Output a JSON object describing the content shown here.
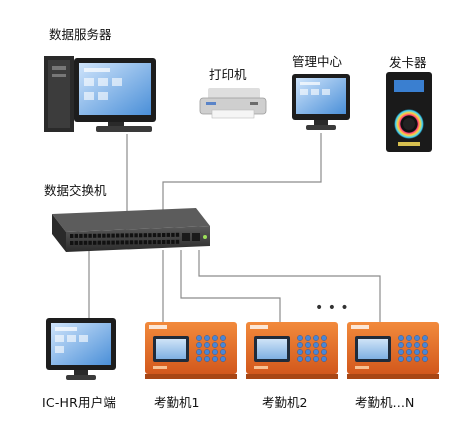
{
  "labels": {
    "data_server": "数据服务器",
    "printer": "打印机",
    "management_center": "管理中心",
    "card_issuer": "发卡器",
    "switch": "数据交换机",
    "client": "IC-HR用户端",
    "terminal_1": "考勤机1",
    "terminal_2": "考勤机2",
    "terminal_n": "考勤机…N"
  },
  "ellipsis": "• • •",
  "colors": {
    "line": "#8c8c8c",
    "terminal_body": "#e8702a",
    "terminal_dark": "#b9521a",
    "screen_blue": "#3a7fd0",
    "switch_body": "#3b3b3b",
    "monitor_frame": "#1d1d1d"
  },
  "icons": {
    "server": "server-computer-icon",
    "printer": "printer-icon",
    "management": "monitor-icon",
    "card_reader": "card-reader-icon",
    "switch": "network-switch-icon",
    "client": "monitor-icon",
    "terminal": "attendance-terminal-icon"
  }
}
